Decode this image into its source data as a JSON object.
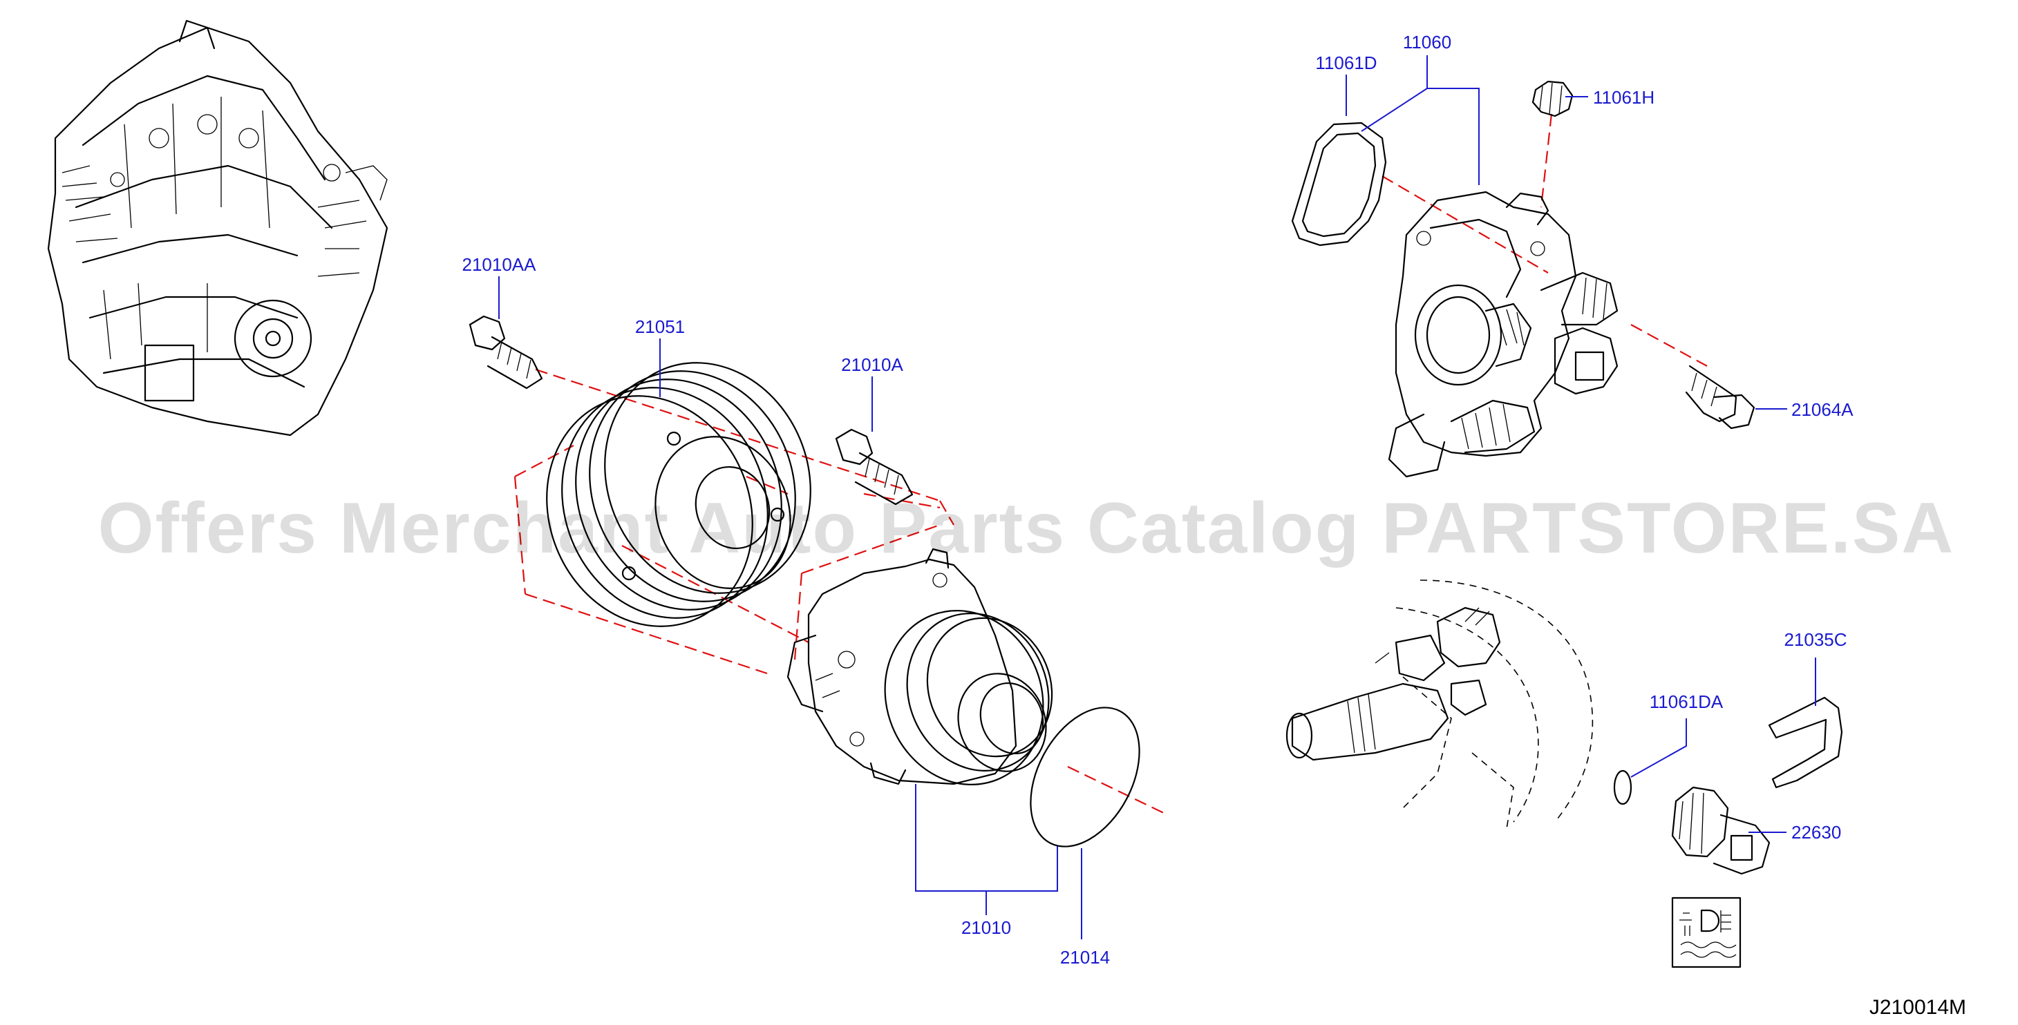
{
  "labels": {
    "l_21010AA": "21010AA",
    "l_21051": "21051",
    "l_21010A": "21010A",
    "l_21010": "21010",
    "l_21014": "21014",
    "l_11060": "11060",
    "l_11061D": "11061D",
    "l_11061H": "11061H",
    "l_21064A": "21064A",
    "l_21035C": "21035C",
    "l_11061DA": "11061DA",
    "l_22630": "22630"
  },
  "diagram_code": "J210014M",
  "watermark": "Offers Merchant Auto Parts Catalog PARTSTORE.SA",
  "colors": {
    "label": "#1a1ad0",
    "axis": "#e01010",
    "line": "#000000",
    "watermark": "#b0b0b0"
  },
  "icons": [
    "engine-assembly-icon",
    "coolant-symbol-icon"
  ]
}
